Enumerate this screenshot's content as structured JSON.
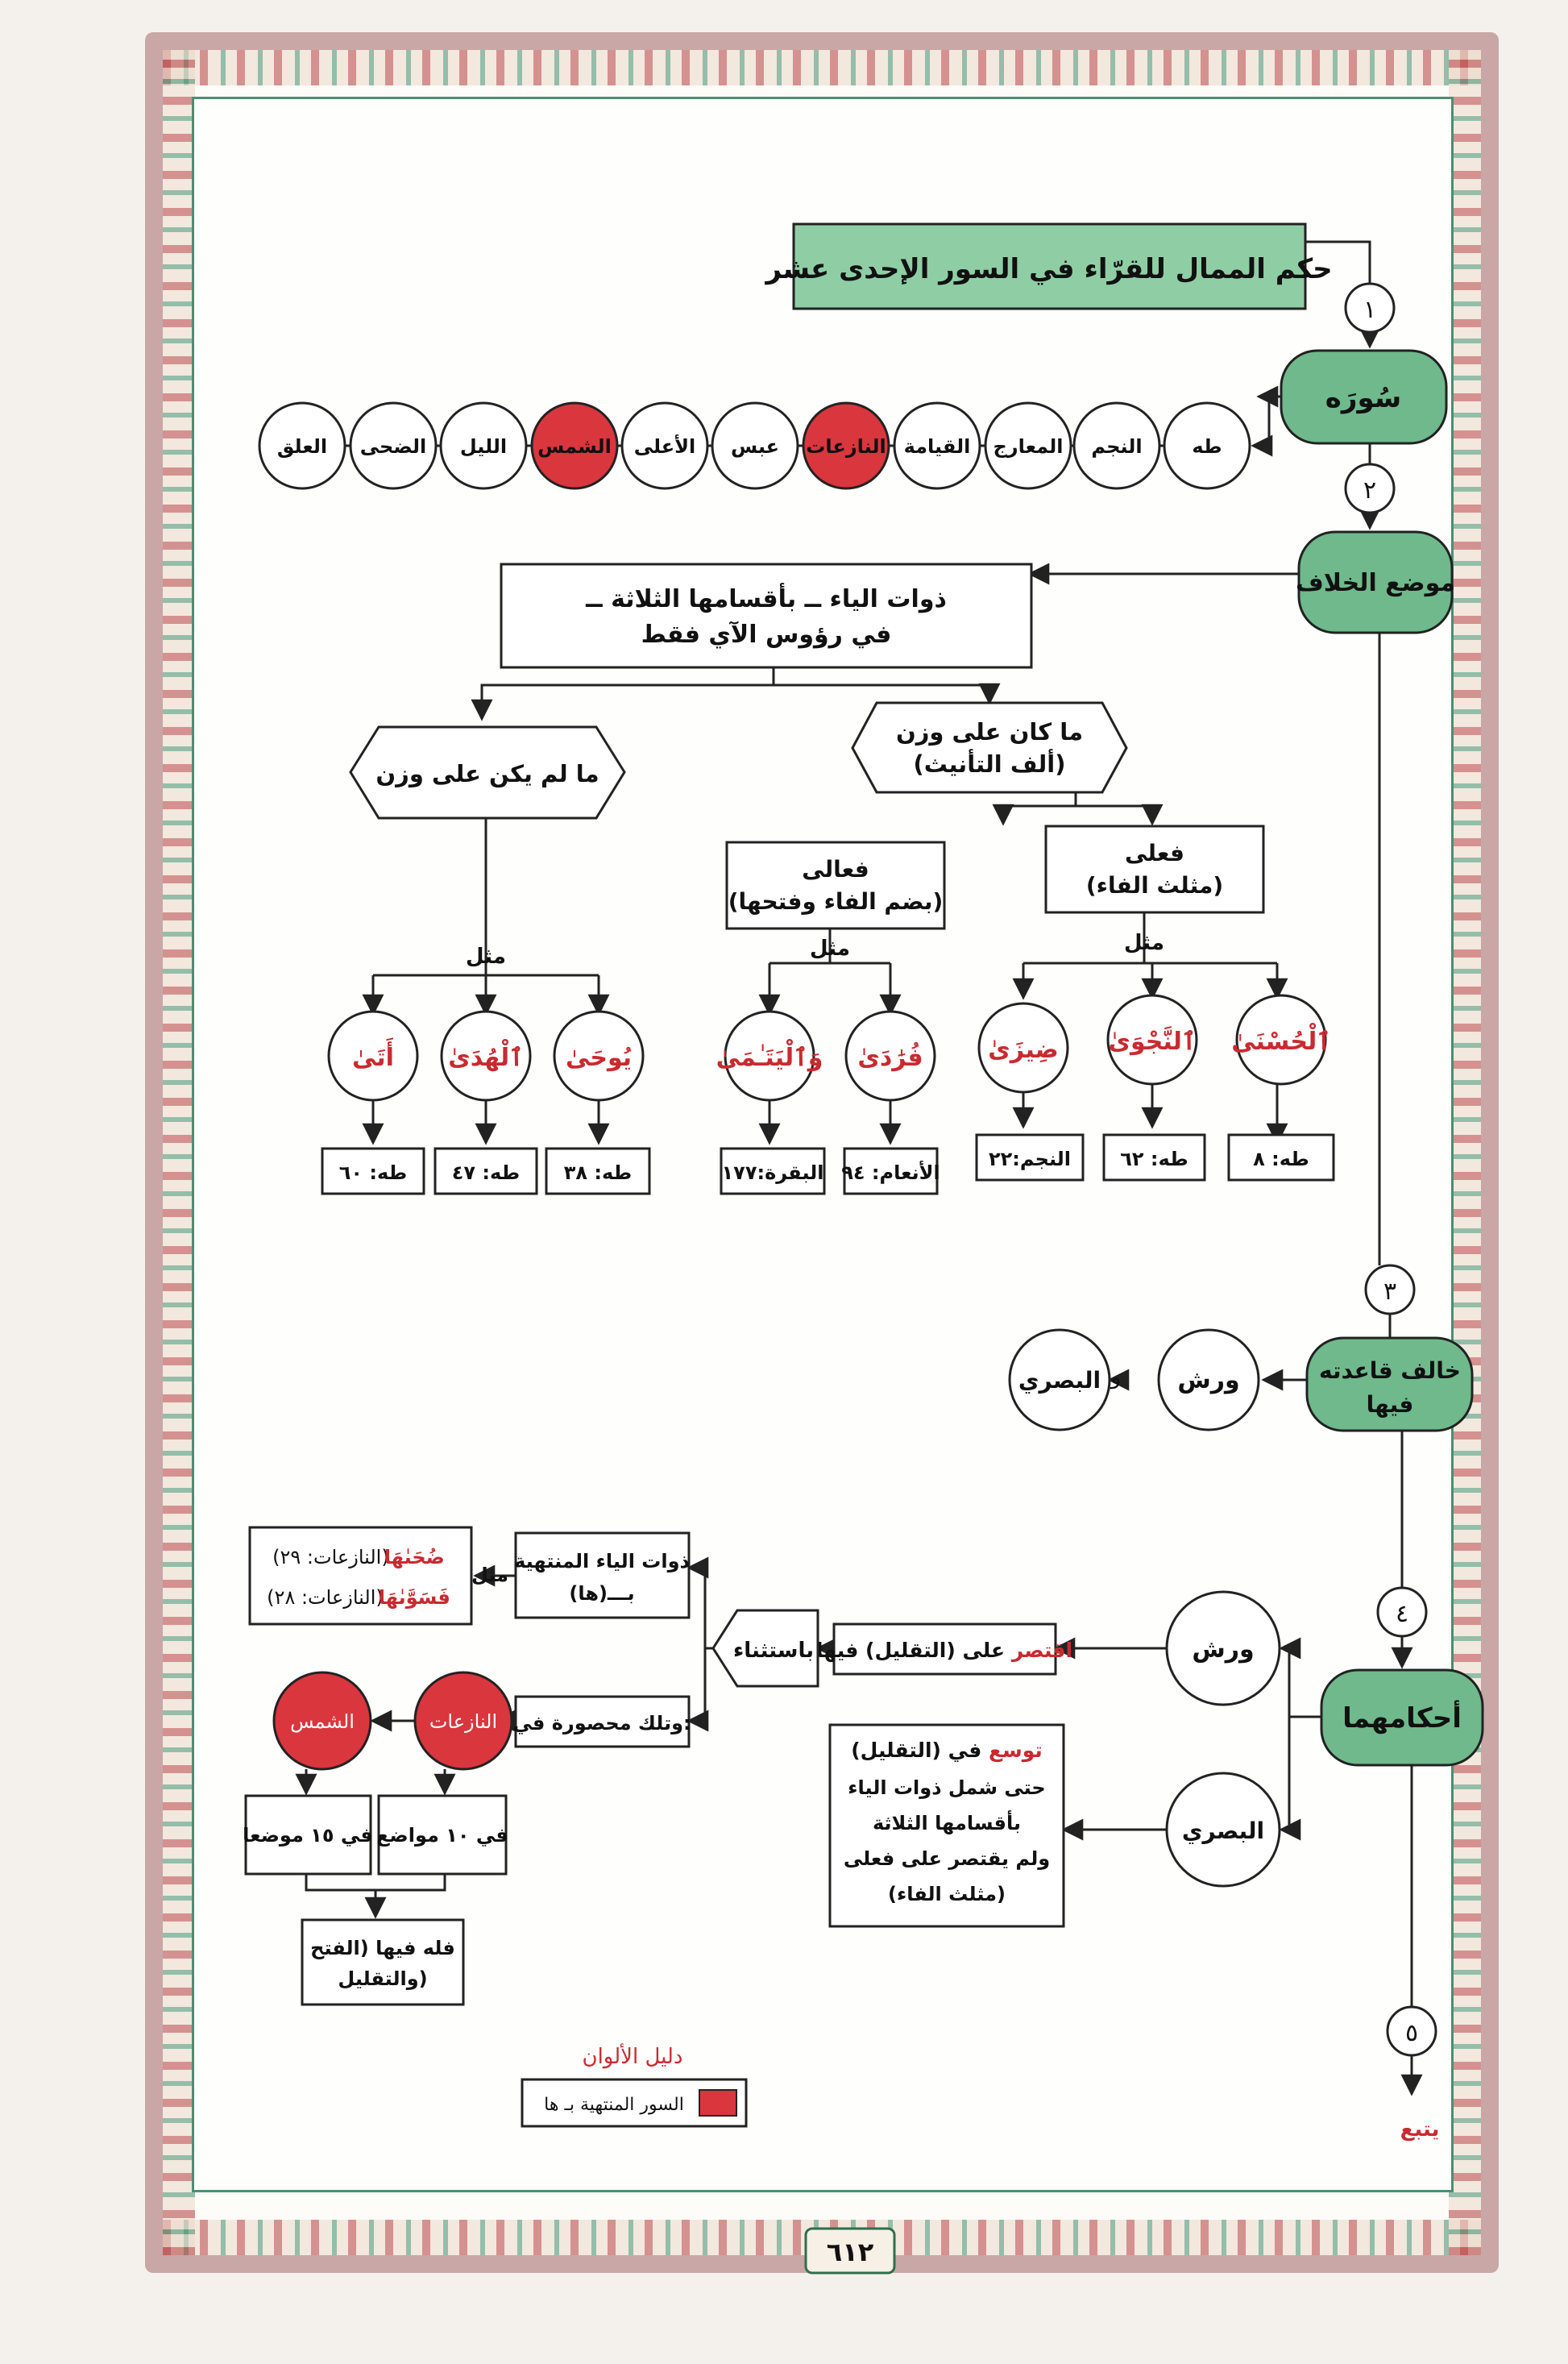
{
  "title": "حكم الممال للقرّاء في السور الإحدى عشر",
  "steps": [
    "١",
    "٢",
    "٣",
    "٤",
    "٥"
  ],
  "surah_label": "سُورَه",
  "surahs": [
    "طه",
    "النجم",
    "المعارج",
    "القيامة",
    "النازعات",
    "عبس",
    "الأعلى",
    "الشمس",
    "الليل",
    "الضحى",
    "العلق"
  ],
  "highlighted_surahs": [
    "النازعات",
    "الشمس"
  ],
  "khilaf_label": "موضع الخلاف",
  "dhawat_line1": "ذوات الياء ــ بأقسامها الثلاثة ــ",
  "dhawat_line2": "في رؤوس الآي فقط",
  "hex_right_line1": "ما كان على وزن",
  "hex_right_line2": "(ألف التأنيث)",
  "hex_left": "ما لم يكن على وزن",
  "fuala_line1": "فعلى",
  "fuala_line2": "(مثلث الفاء)",
  "fuala2_line1": "فعالى",
  "fuala2_line2": "(بضم الفاء وفتحها)",
  "mithal": "مثل",
  "words": [
    "ٱلْحُسْنَىٰ",
    "ٱلنَّجْوَىٰ",
    "ضِيزَىٰ",
    "فُرَٰدَىٰ",
    "وَٱلْيَتَـٰمَىٰ",
    "يُوحَىٰ",
    "ٱلْهُدَىٰ",
    "أَتَىٰ"
  ],
  "refs": [
    "طه: ٨",
    "طه: ٦٢",
    "النجم:٢٢",
    "الأنعام: ٩٤",
    "البقرة:١٧٧",
    "طه: ٣٨",
    "طه: ٤٧",
    "طه: ٦٠"
  ],
  "khalaf_label_line1": "خالف قاعدته",
  "khalaf_label_line2": "فيها",
  "warsh": "ورش",
  "wa": "و",
  "basri": "البصري",
  "ahkam": "أحكامهما",
  "iqtasar_red": "اقتصر",
  "iqtasar_rest": " على (التقليل) فيها",
  "bistithna": "باستثناء",
  "dhawat_ha_line1": "ذوات الياء المنتهية",
  "dhawat_ha_line2": "بـــ(ها)",
  "ex1_word": "ضُحَىٰهَا",
  "ex1_ref": "(النازعات: ٢٩)",
  "ex2_word": "فَسَوَّىٰهَا",
  "ex2_ref": "(النازعات: ٢٨)",
  "mahsura": "وتلك محصورة في:",
  "circle_naziat": "النازعات",
  "circle_shams": "الشمس",
  "mawadi10": "في ١٠ مواضع",
  "mawadi15": "في ١٥ موضعا",
  "fath_line1": "فله فيها (الفتح",
  "fath_line2": "والتقليل)",
  "tawassa_red": "توسع",
  "tawassa_rest": " في (التقليل)",
  "tawassa_line2": "حتى شمل ذوات الياء",
  "tawassa_line3": "بأقسامها الثلاثة",
  "tawassa_line4": "ولم يقتصر على فعلى",
  "tawassa_line5": "(مثلث الفاء)",
  "legend_title": "دليل الألوان",
  "legend_item": "السور المنتهية بـ ها",
  "continue": "يتبع",
  "page_number": "٦١٢",
  "colors": {
    "green": "#6fb98c",
    "green_dark": "#2f6e4d",
    "red": "#d9363e",
    "ink": "#222222",
    "word_red": "#c92a2f"
  }
}
